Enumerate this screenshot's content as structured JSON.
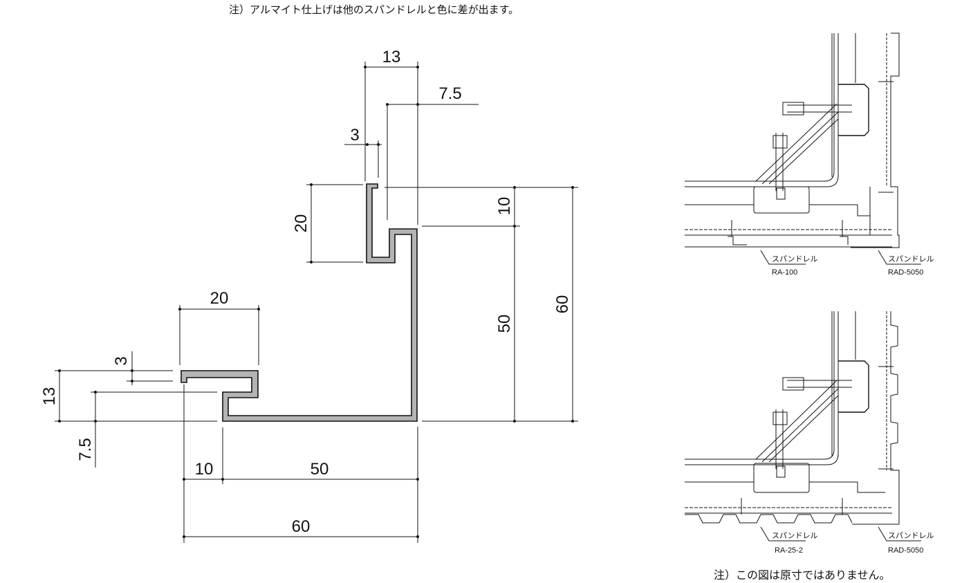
{
  "notes": {
    "top": "注）アルマイト仕上げは他のスパンドレルと色に差が出ます。",
    "bottom": "注）この図は原寸ではありません。"
  },
  "dimensions": {
    "top_width": "13",
    "top_lip": "7.5",
    "top_gap": "3",
    "top_height": "20",
    "right_upper": "10",
    "right_lower": "50",
    "right_total": "60",
    "left_width": "20",
    "left_gap": "3",
    "left_height": "13",
    "left_lip": "7.5",
    "bottom_left": "10",
    "bottom_mid": "50",
    "bottom_total": "60"
  },
  "details": {
    "top_left_label": "スパンドレル",
    "top_left_model": "RA-100",
    "top_right_label": "スパンドレル",
    "top_right_model": "RAD-5050",
    "bottom_left_label": "スパンドレル",
    "bottom_left_model": "RA-25-2",
    "bottom_right_label": "スパンドレル",
    "bottom_right_model": "RAD-5050"
  }
}
